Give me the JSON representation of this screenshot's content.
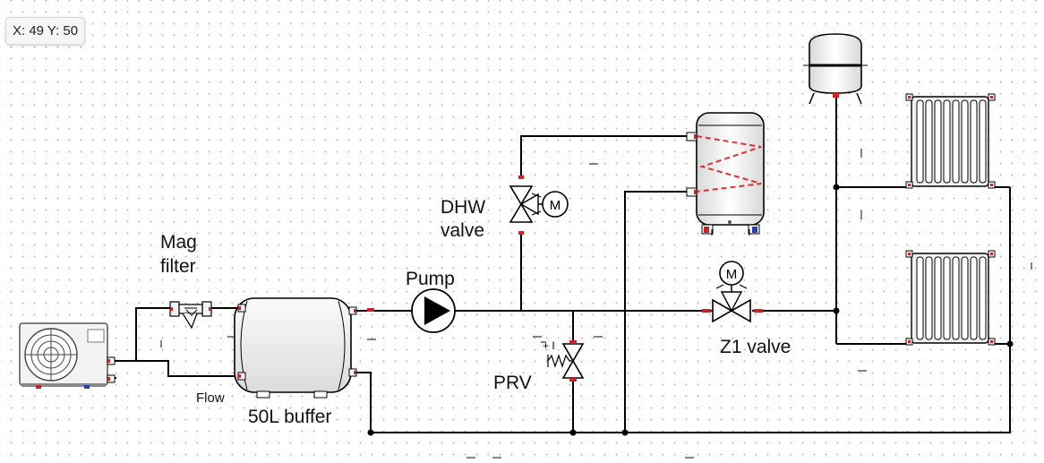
{
  "status": {
    "coords": "X: 49 Y: 50"
  },
  "labels": {
    "mag_filter": [
      "Mag",
      "filter"
    ],
    "flow": "Flow",
    "buffer": "50L buffer",
    "pump": "Pump",
    "dhw_valve": [
      "DHW",
      "valve"
    ],
    "prv": "PRV",
    "z1_valve": "Z1 valve"
  },
  "colors": {
    "pipe": "#000000",
    "coil": "#e03030",
    "port": "#cc2222",
    "port_blue": "#1f3fbf"
  }
}
